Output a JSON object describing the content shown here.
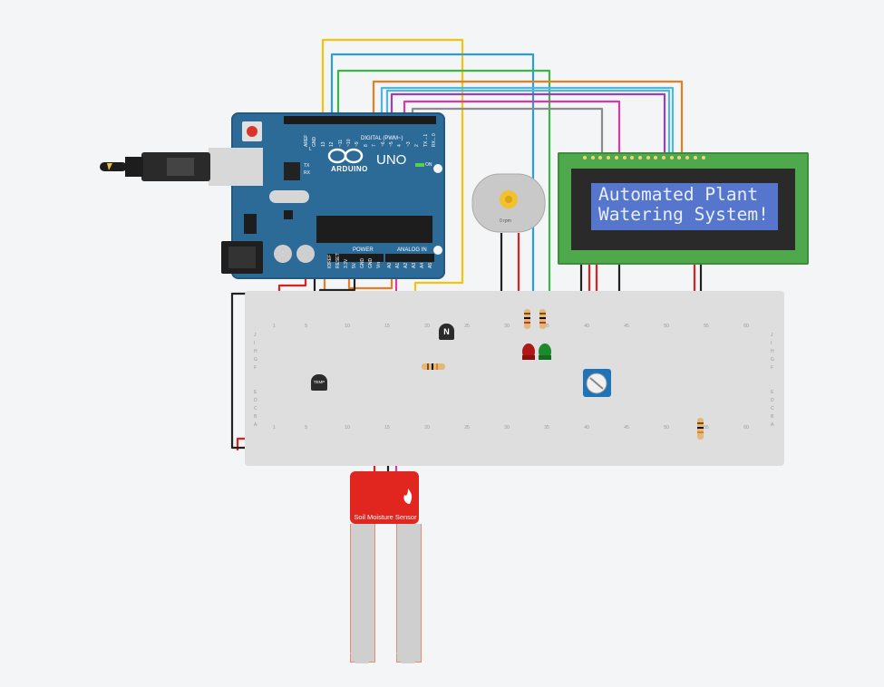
{
  "arduino": {
    "brand": "ARDUINO",
    "model": "UNO",
    "digital_label": "DIGITAL (PWM~)",
    "power_label": "POWER",
    "analog_label": "ANALOG IN",
    "on_label": "ON",
    "led_labels": [
      "L",
      "TX",
      "RX"
    ],
    "digital_pins": [
      "AREF",
      "GND",
      "13",
      "12",
      "~11",
      "~10",
      "~9",
      "8",
      "7",
      "~6",
      "~5",
      "4",
      "~3",
      "2",
      "TX→1",
      "RX←0"
    ],
    "power_pins": [
      "IOREF",
      "RESET",
      "3.3V",
      "5V",
      "GND",
      "GND",
      "Vin"
    ],
    "analog_pins": [
      "A0",
      "A1",
      "A2",
      "A3",
      "A4",
      "A5"
    ]
  },
  "lcd": {
    "line1": "Automated Plant",
    "line2": "Watering System!"
  },
  "motor": {
    "rpm_label": "0 rpm"
  },
  "transistor_n": {
    "label": "N"
  },
  "temp_sensor": {
    "label": "TEMP"
  },
  "soil_sensor": {
    "label": "Soil Moisture Sensor"
  },
  "breadboard": {
    "column_numbers": [
      "1",
      "5",
      "10",
      "15",
      "20",
      "25",
      "30",
      "35",
      "40",
      "45",
      "50",
      "55",
      "60"
    ],
    "row_letters_top": [
      "J",
      "I",
      "H",
      "G",
      "F"
    ],
    "row_letters_bottom": [
      "E",
      "D",
      "C",
      "B",
      "A"
    ]
  },
  "colors": {
    "arduino_blue": "#2c6a98",
    "lcd_green": "#4fa94c",
    "lcd_screen": "#5576cc",
    "sensor_red": "#e0261f",
    "wire_yellow": "#f1c40f",
    "wire_blue": "#2a9fd6",
    "wire_green": "#3cb64a",
    "wire_orange": "#e67e22",
    "wire_cyan": "#4fb6e0",
    "wire_purple": "#9b3fb5",
    "wire_magenta": "#d63aa5",
    "wire_gray": "#8c8c8c",
    "wire_red": "#e02020",
    "wire_black": "#222222"
  }
}
